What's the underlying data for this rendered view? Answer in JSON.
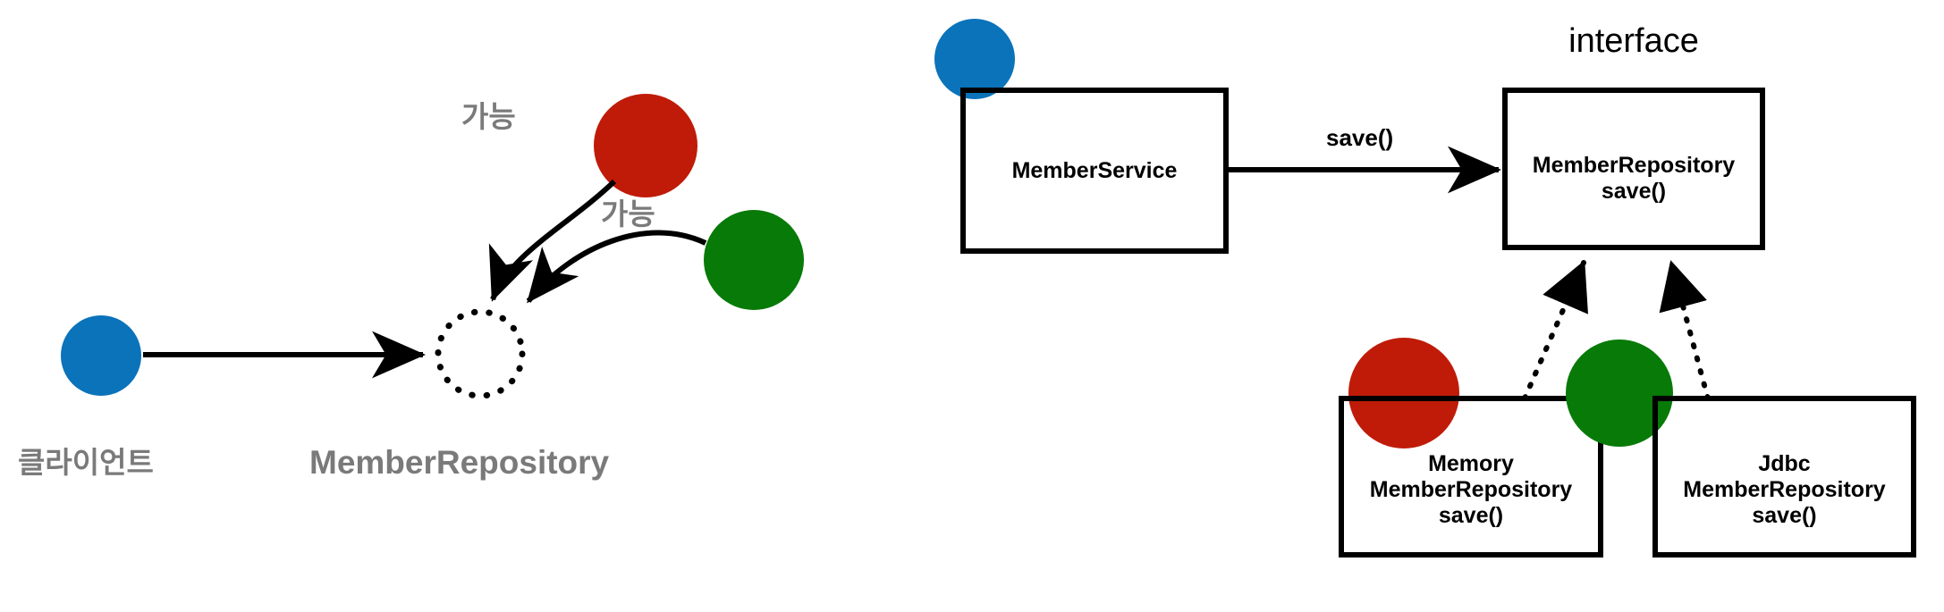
{
  "colors": {
    "blue": "#0a73ba",
    "red": "#bf1b08",
    "green": "#077a07",
    "black": "#000000",
    "gray_text": "#7a7a7a",
    "background": "#ffffff"
  },
  "left_panel": {
    "client_label": "클라이언트",
    "interface_label": "MemberRepository",
    "edge_labels": [
      {
        "text": "가능",
        "id": "red-possible"
      },
      {
        "text": "가능",
        "id": "green-possible"
      }
    ],
    "nodes": [
      {
        "id": "client-node",
        "kind": "filled-circle",
        "color": "blue"
      },
      {
        "id": "abstract-repository-node",
        "kind": "dotted-circle",
        "color": "black"
      },
      {
        "id": "memory-impl-node",
        "kind": "filled-circle",
        "color": "red"
      },
      {
        "id": "jdbc-impl-node",
        "kind": "filled-circle",
        "color": "green"
      }
    ]
  },
  "right_panel": {
    "interface_stereotype": "interface",
    "edge_label_save": "save()",
    "boxes": [
      {
        "id": "member-service-box",
        "lines": [
          "MemberService"
        ],
        "method": ""
      },
      {
        "id": "member-repository-box",
        "lines": [
          "MemberRepository"
        ],
        "method": "save()"
      },
      {
        "id": "memory-member-repository-box",
        "lines": [
          "Memory",
          "MemberRepository"
        ],
        "method": "save()"
      },
      {
        "id": "jdbc-member-repository-box",
        "lines": [
          "Jdbc",
          "MemberRepository"
        ],
        "method": "save()"
      }
    ],
    "nodes": [
      {
        "id": "service-bead",
        "kind": "filled-circle",
        "color": "blue"
      },
      {
        "id": "memory-bead",
        "kind": "filled-circle",
        "color": "red"
      },
      {
        "id": "jdbc-bead",
        "kind": "filled-circle",
        "color": "green"
      }
    ]
  }
}
